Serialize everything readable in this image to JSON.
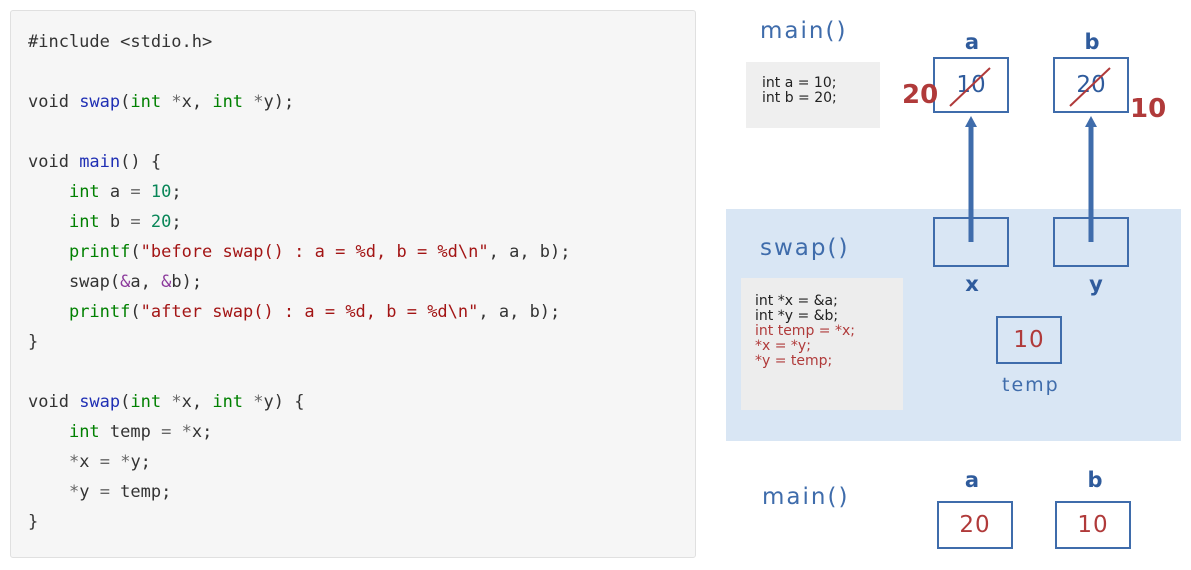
{
  "code": {
    "lines": [
      [
        {
          "t": "#include <stdio.h>",
          "c": "plain"
        }
      ],
      [],
      [
        {
          "t": "void ",
          "c": "plain"
        },
        {
          "t": "swap",
          "c": "fn"
        },
        {
          "t": "(",
          "c": "plain"
        },
        {
          "t": "int",
          "c": "kw"
        },
        {
          "t": " ",
          "c": "plain"
        },
        {
          "t": "*",
          "c": "op"
        },
        {
          "t": "x, ",
          "c": "plain"
        },
        {
          "t": "int",
          "c": "kw"
        },
        {
          "t": " ",
          "c": "plain"
        },
        {
          "t": "*",
          "c": "op"
        },
        {
          "t": "y);",
          "c": "plain"
        }
      ],
      [],
      [
        {
          "t": "void ",
          "c": "plain"
        },
        {
          "t": "main",
          "c": "fn"
        },
        {
          "t": "() {",
          "c": "plain"
        }
      ],
      [
        {
          "t": "    ",
          "c": "plain"
        },
        {
          "t": "int",
          "c": "kw"
        },
        {
          "t": " a ",
          "c": "plain"
        },
        {
          "t": "=",
          "c": "op"
        },
        {
          "t": " ",
          "c": "plain"
        },
        {
          "t": "10",
          "c": "num"
        },
        {
          "t": ";",
          "c": "plain"
        }
      ],
      [
        {
          "t": "    ",
          "c": "plain"
        },
        {
          "t": "int",
          "c": "kw"
        },
        {
          "t": " b ",
          "c": "plain"
        },
        {
          "t": "=",
          "c": "op"
        },
        {
          "t": " ",
          "c": "plain"
        },
        {
          "t": "20",
          "c": "num"
        },
        {
          "t": ";",
          "c": "plain"
        }
      ],
      [
        {
          "t": "    ",
          "c": "plain"
        },
        {
          "t": "printf",
          "c": "kw"
        },
        {
          "t": "(",
          "c": "plain"
        },
        {
          "t": "\"before swap() : a = %d, b = %d\\n\"",
          "c": "str"
        },
        {
          "t": ", a, b);",
          "c": "plain"
        }
      ],
      [
        {
          "t": "    swap(",
          "c": "plain"
        },
        {
          "t": "&",
          "c": "amp"
        },
        {
          "t": "a, ",
          "c": "plain"
        },
        {
          "t": "&",
          "c": "amp"
        },
        {
          "t": "b);",
          "c": "plain"
        }
      ],
      [
        {
          "t": "    ",
          "c": "plain"
        },
        {
          "t": "printf",
          "c": "kw"
        },
        {
          "t": "(",
          "c": "plain"
        },
        {
          "t": "\"after swap() : a = %d, b = %d\\n\"",
          "c": "str"
        },
        {
          "t": ", a, b);",
          "c": "plain"
        }
      ],
      [
        {
          "t": "}",
          "c": "plain"
        }
      ],
      [],
      [
        {
          "t": "void ",
          "c": "plain"
        },
        {
          "t": "swap",
          "c": "fn"
        },
        {
          "t": "(",
          "c": "plain"
        },
        {
          "t": "int",
          "c": "kw"
        },
        {
          "t": " ",
          "c": "plain"
        },
        {
          "t": "*",
          "c": "op"
        },
        {
          "t": "x, ",
          "c": "plain"
        },
        {
          "t": "int",
          "c": "kw"
        },
        {
          "t": " ",
          "c": "plain"
        },
        {
          "t": "*",
          "c": "op"
        },
        {
          "t": "y) {",
          "c": "plain"
        }
      ],
      [
        {
          "t": "    ",
          "c": "plain"
        },
        {
          "t": "int",
          "c": "kw"
        },
        {
          "t": " temp ",
          "c": "plain"
        },
        {
          "t": "=",
          "c": "op"
        },
        {
          "t": " ",
          "c": "plain"
        },
        {
          "t": "*",
          "c": "op"
        },
        {
          "t": "x;",
          "c": "plain"
        }
      ],
      [
        {
          "t": "    ",
          "c": "plain"
        },
        {
          "t": "*",
          "c": "op"
        },
        {
          "t": "x ",
          "c": "plain"
        },
        {
          "t": "=",
          "c": "op"
        },
        {
          "t": " ",
          "c": "plain"
        },
        {
          "t": "*",
          "c": "op"
        },
        {
          "t": "y;",
          "c": "plain"
        }
      ],
      [
        {
          "t": "    ",
          "c": "plain"
        },
        {
          "t": "*",
          "c": "op"
        },
        {
          "t": "y ",
          "c": "plain"
        },
        {
          "t": "=",
          "c": "op"
        },
        {
          "t": " temp;",
          "c": "plain"
        }
      ],
      [
        {
          "t": "}",
          "c": "plain"
        }
      ]
    ]
  },
  "diagram": {
    "main_top": {
      "label": "main()",
      "note_lines": [
        "int a = 10;",
        "int b = 20;"
      ],
      "var_a": {
        "name": "a",
        "old_value": "10",
        "new_value": "20"
      },
      "var_b": {
        "name": "b",
        "old_value": "20",
        "new_value": "10"
      }
    },
    "swap_frame": {
      "label": "swap()",
      "note_lines": [
        {
          "text": "int *x = &a;",
          "highlight": false
        },
        {
          "text": "int *y = &b;",
          "highlight": false
        },
        {
          "text": "int temp = *x;",
          "highlight": true
        },
        {
          "text": "*x = *y;",
          "highlight": true
        },
        {
          "text": "*y = temp;",
          "highlight": true
        }
      ],
      "ptr_x": {
        "name": "x"
      },
      "ptr_y": {
        "name": "y"
      },
      "temp": {
        "name": "temp",
        "value": "10"
      }
    },
    "main_bottom": {
      "label": "main()",
      "var_a": {
        "name": "a",
        "value": "20"
      },
      "var_b": {
        "name": "b",
        "value": "10"
      }
    },
    "colors": {
      "frame_blue": "#3f6cab",
      "band_fill": "#d9e6f4",
      "highlight_red": "#b03a3a"
    }
  }
}
